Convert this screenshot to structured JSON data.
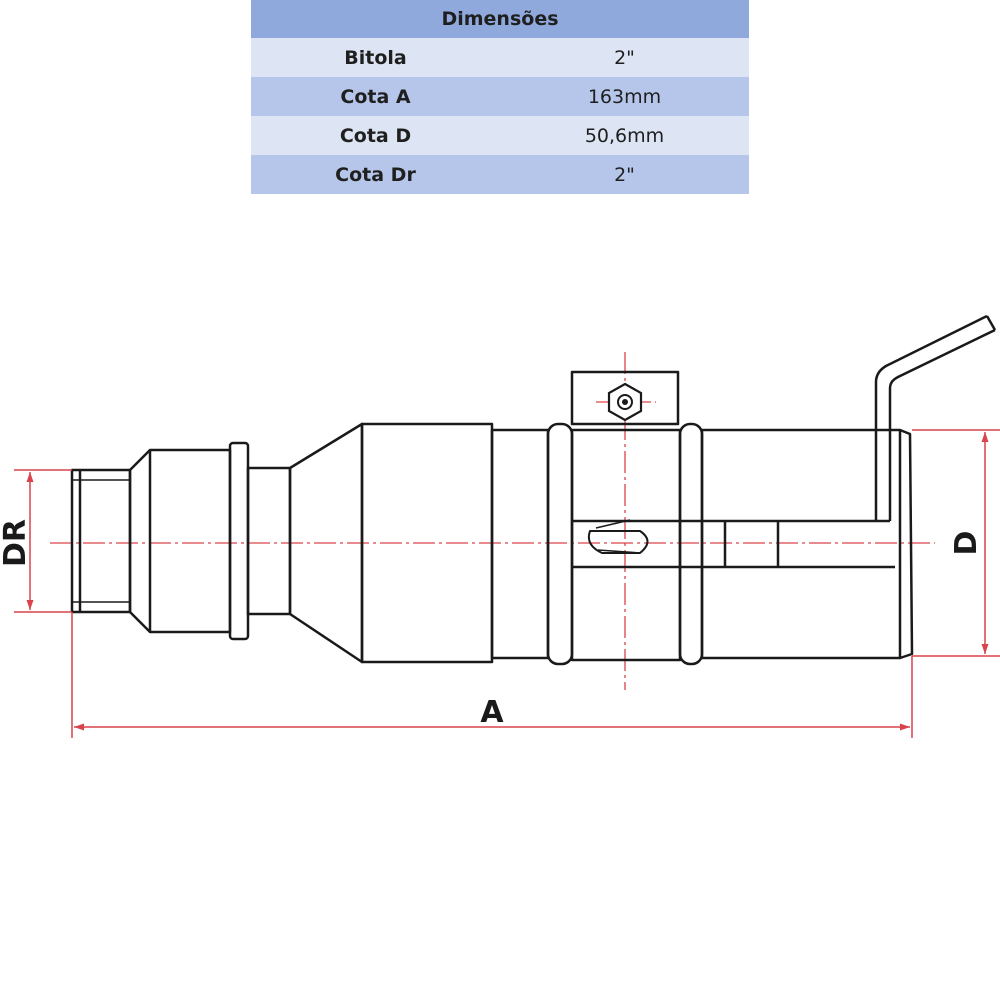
{
  "table": {
    "header": "Dimensões",
    "rows": [
      {
        "label": "Bitola",
        "value": "2\""
      },
      {
        "label": "Cota A",
        "value": "163mm"
      },
      {
        "label": "Cota D",
        "value": "50,6mm"
      },
      {
        "label": "Cota Dr",
        "value": "2\""
      }
    ]
  },
  "drawing": {
    "labels": {
      "dr": "DR",
      "a": "A",
      "d": "D"
    },
    "colors": {
      "outline": "#1a1a1a",
      "dimension": "#d9434b"
    }
  }
}
